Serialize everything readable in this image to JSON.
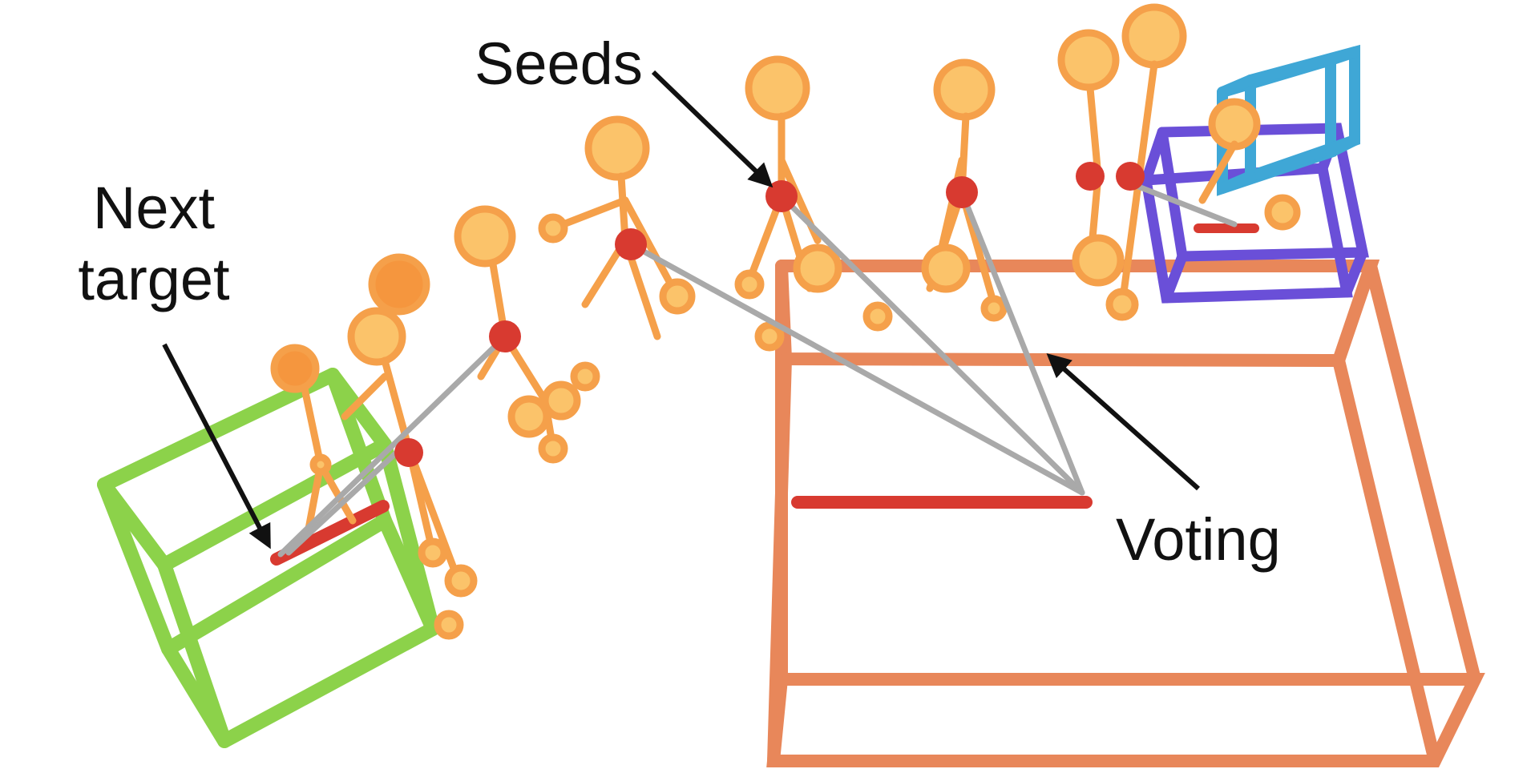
{
  "labels": {
    "seeds": "Seeds",
    "next_target_line1": "Next",
    "next_target_line2": "target",
    "voting": "Voting"
  },
  "colors": {
    "background": "#ffffff",
    "target_box_green": "#8cd24a",
    "current_box_orange": "#e8875a",
    "start_box_purple": "#6a4fd8",
    "start_box_blue": "#3fa7d6",
    "body_light": "#fbc36a",
    "body_dark": "#f5a04a",
    "seed_red": "#d83a30",
    "voting_gray": "#a9a9a9",
    "target_bar_red": "#d83a30",
    "arrow_black": "#111111"
  },
  "icons": {
    "arrows": "arrow-icon"
  }
}
